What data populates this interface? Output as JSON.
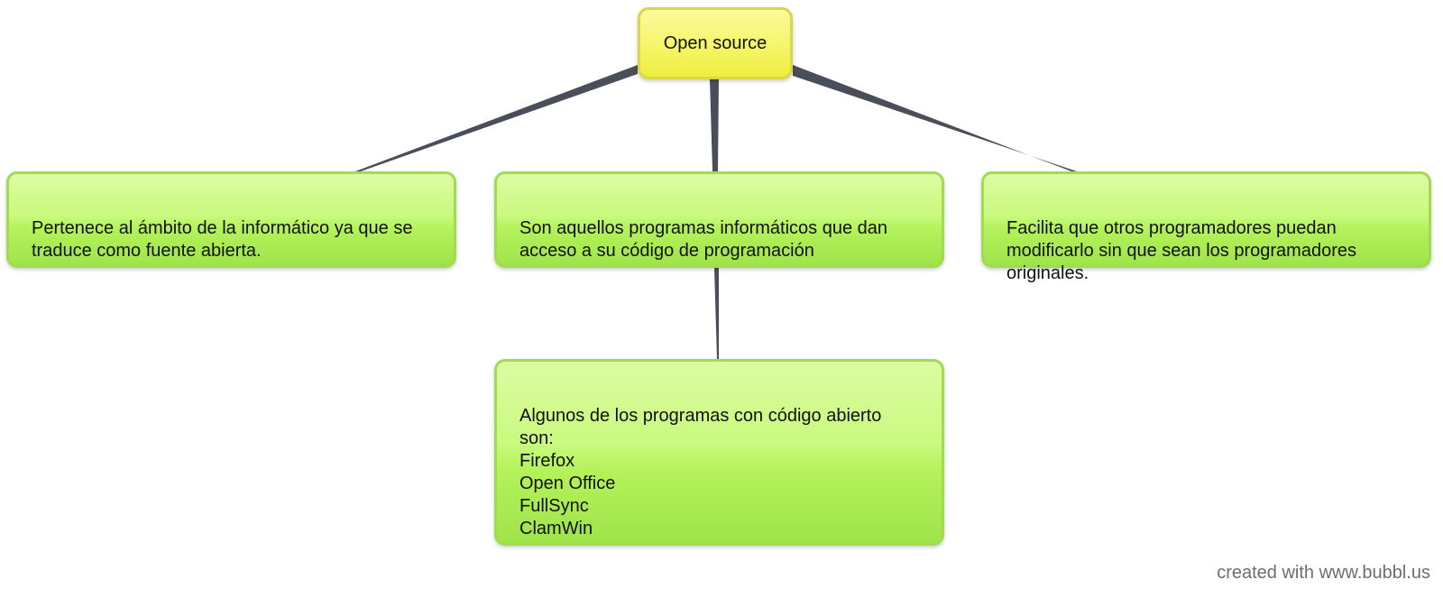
{
  "colors": {
    "connector": "#4a4e5a",
    "root_fill": "#f6f66e",
    "root_border": "#d7d84a",
    "child_fill": "#c4f872",
    "child_border": "#a2da52",
    "watermark_text": "#6b6d77"
  },
  "diagram": {
    "root": {
      "label": "Open source"
    },
    "nodes": {
      "left": {
        "text": "Pertenece al ámbito de la informático ya que se traduce como fuente abierta."
      },
      "center": {
        "text": "Son aquellos programas informáticos que dan acceso a su código de programación"
      },
      "right": {
        "text": "Facilita que otros programadores puedan modificarlo sin que sean los programadores originales."
      },
      "bottom": {
        "text": "Algunos de los programas con código abierto son:\nFirefox\nOpen Office\nFullSync\nClamWin"
      }
    }
  },
  "footer": {
    "watermark": "created with www.bubbl.us"
  }
}
